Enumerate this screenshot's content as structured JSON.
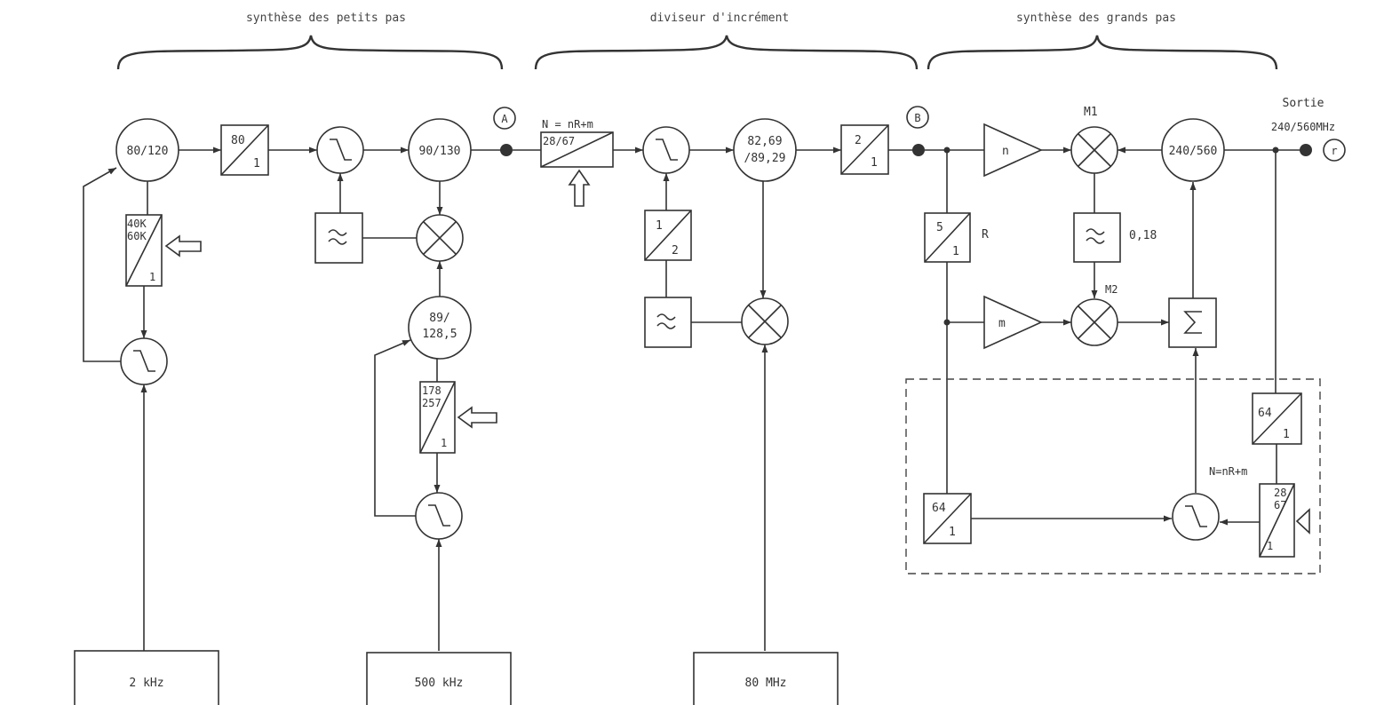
{
  "sections": {
    "small_steps": "synthèse des petits pas",
    "increment_divider": "diviseur d'incrément",
    "large_steps": "synthèse des grands pas"
  },
  "nodes": {
    "vco_80_120": "80/120",
    "div_80_top": "80",
    "div_80_bot": "1",
    "div_40k": "40K",
    "div_60k": "60K",
    "div_40k_bot": "1",
    "vco_90_130": "90/130",
    "vco_89_a": "89/",
    "vco_89_b": "128,5",
    "div_178": "178",
    "div_257": "257",
    "div_178_bot": "1",
    "point_a": "A",
    "n_formula": "N = nR+m",
    "div_28_67": "28/67",
    "div_1_2_top": "1",
    "div_1_2_bot": "2",
    "vco_82_a": "82,69",
    "vco_82_b": "/89,29",
    "div_2_top": "2",
    "div_2_bot": "1",
    "point_b": "B",
    "amp_n": "n",
    "div_5_top": "5",
    "div_5_bot": "1",
    "r_label": "R",
    "m1_label": "M1",
    "filter_value": "0,18",
    "m2_label": "M2",
    "amp_m": "m",
    "vco_240_560": "240/560",
    "output_label": "Sortie",
    "output_freq": "240/560MHz",
    "point_r": "r",
    "div_64a_top": "64",
    "div_64a_bot": "1",
    "n_formula_2": "N=nR+m",
    "div_28": "28",
    "div_67": "67",
    "div_28_bot": "1",
    "div_64b_top": "64",
    "div_64b_bot": "1"
  },
  "sources": {
    "src_2khz": "2 kHz",
    "src_500khz": "500 kHz",
    "src_80mhz": "80 MHz"
  }
}
